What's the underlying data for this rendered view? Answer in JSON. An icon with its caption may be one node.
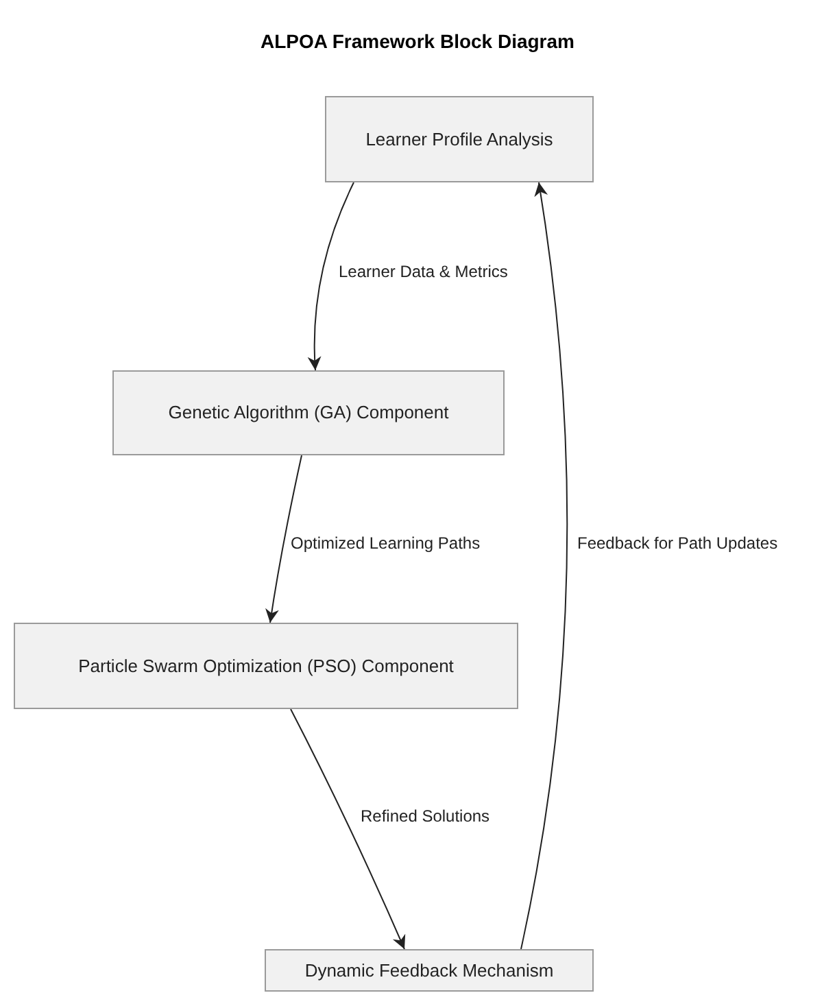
{
  "diagram": {
    "title": "ALPOA Framework Block Diagram",
    "nodes": [
      {
        "text": [
          "Learner Profile Analysis"
        ]
      },
      {
        "text": [
          "Genetic Algorithm (GA) Component"
        ]
      },
      {
        "text": [
          "Particle Swarm Optimization (PSO) Component"
        ]
      },
      {
        "text": [
          "Dynamic Feedback Mechanism"
        ]
      }
    ],
    "edges": [
      {
        "from": 0,
        "to": 1,
        "arrow": "to",
        "label": "Learner Data & Metrics"
      },
      {
        "from": 1,
        "to": 2,
        "arrow": "to",
        "label": "Optimized Learning Paths"
      },
      {
        "from": 2,
        "to": 3,
        "arrow": "to",
        "label": "Refined Solutions"
      },
      {
        "from": 3,
        "to": 0,
        "arrow": "to",
        "label": "Feedback for Path Updates"
      }
    ]
  }
}
